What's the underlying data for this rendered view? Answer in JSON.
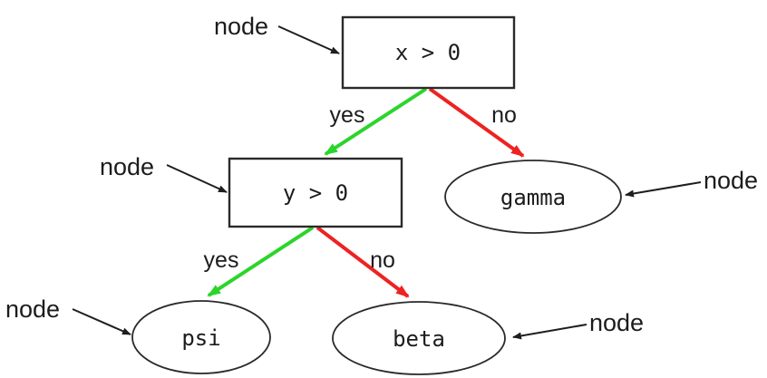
{
  "diagram": {
    "type": "decision-tree",
    "colors": {
      "yes_edge": "#2bd52b",
      "no_edge": "#ee2222",
      "shape_stroke": "#2a2a2a",
      "callout_stroke": "#1e1e1e",
      "text": "#1c1c1c",
      "background": "#ffffff"
    },
    "nodes": {
      "root": {
        "label": "x > 0",
        "shape": "box"
      },
      "y_test": {
        "label": "y > 0",
        "shape": "box"
      },
      "gamma": {
        "label": "gamma",
        "shape": "ellipse"
      },
      "psi": {
        "label": "psi",
        "shape": "ellipse"
      },
      "beta": {
        "label": "beta",
        "shape": "ellipse"
      }
    },
    "edges": {
      "root_yes": {
        "label": "yes",
        "from": "x > 0",
        "to": "y > 0",
        "color": "#2bd52b"
      },
      "root_no": {
        "label": "no",
        "from": "x > 0",
        "to": "gamma",
        "color": "#ee2222"
      },
      "y_yes": {
        "label": "yes",
        "from": "y > 0",
        "to": "psi",
        "color": "#2bd52b"
      },
      "y_no": {
        "label": "no",
        "from": "y > 0",
        "to": "beta",
        "color": "#ee2222"
      }
    },
    "annotations": [
      {
        "label": "node",
        "points_to": "root"
      },
      {
        "label": "node",
        "points_to": "y_test"
      },
      {
        "label": "node",
        "points_to": "gamma"
      },
      {
        "label": "node",
        "points_to": "psi"
      },
      {
        "label": "node",
        "points_to": "beta"
      }
    ]
  }
}
